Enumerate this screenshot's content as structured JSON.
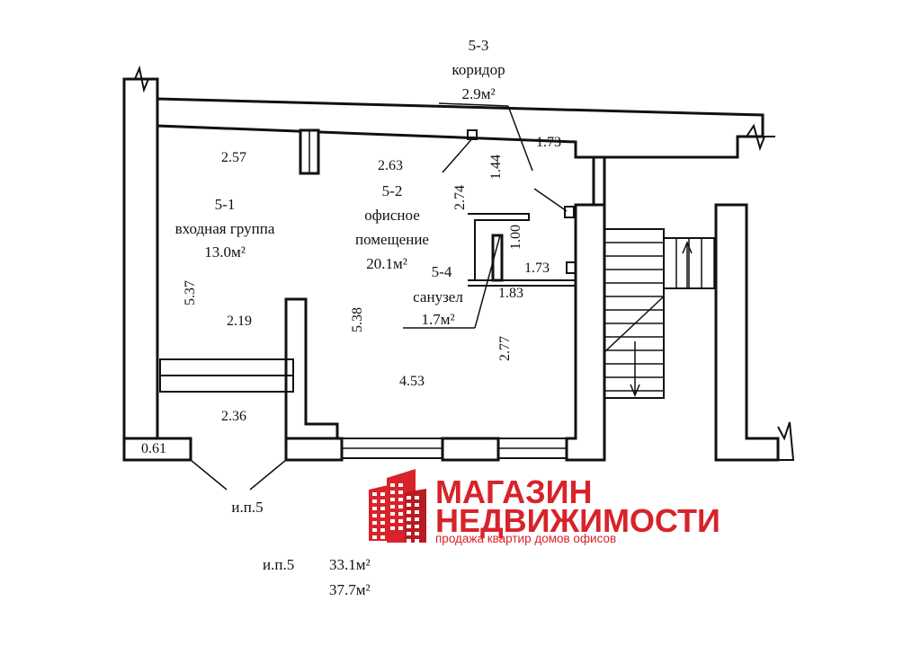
{
  "rooms": {
    "r53": {
      "number": "5-3",
      "name": "коридор",
      "area": "2.9м²"
    },
    "r51": {
      "number": "5-1",
      "name": "входная группа",
      "area": "13.0м²"
    },
    "r52": {
      "number": "5-2",
      "name": "офисное",
      "name2": "помещение",
      "area": "20.1м²"
    },
    "r54": {
      "number": "5-4",
      "name": "санузел",
      "area": "1.7м²"
    }
  },
  "dimensions": {
    "d257": "2.57",
    "d263": "2.63",
    "d173a": "1.73",
    "d144": "1.44",
    "d274": "2.74",
    "d100": "1.00",
    "d173b": "1.73",
    "d183": "1.83",
    "d537": "5.37",
    "d538": "5.38",
    "d219": "2.19",
    "d277": "2.77",
    "d453": "4.53",
    "d236": "2.36",
    "d061": "0.61"
  },
  "entrance_label": "и.п.5",
  "summary": {
    "label": "и.п.5",
    "area1": "33.1м²",
    "area2": "37.7м²"
  },
  "brand": {
    "line1": "МАГАЗИН",
    "line2": "НЕДВИЖИМОСТИ",
    "tagline": "продажа квартир домов офисов",
    "color": "#d8232a"
  }
}
